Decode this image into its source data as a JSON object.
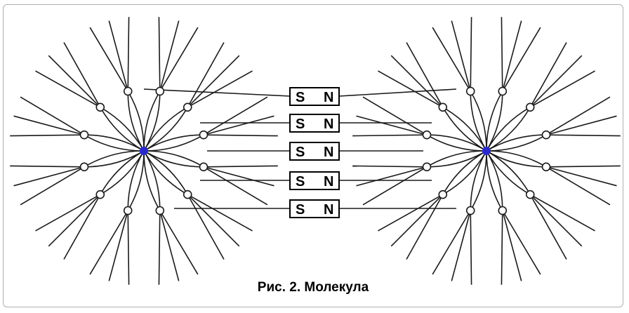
{
  "caption": "Рис. 2. Молекула",
  "magnets": [
    {
      "south": "S",
      "north": "N"
    },
    {
      "south": "S",
      "north": "N"
    },
    {
      "south": "S",
      "north": "N"
    },
    {
      "south": "S",
      "north": "N"
    },
    {
      "south": "S",
      "north": "N"
    }
  ],
  "colors": {
    "nucleus": "#2a2acc",
    "line": "#1a1a1a",
    "border": "#b0b0b0"
  },
  "icons": {
    "atom": "atom-field-line-icon",
    "nucleus": "nucleus-dot-icon"
  }
}
